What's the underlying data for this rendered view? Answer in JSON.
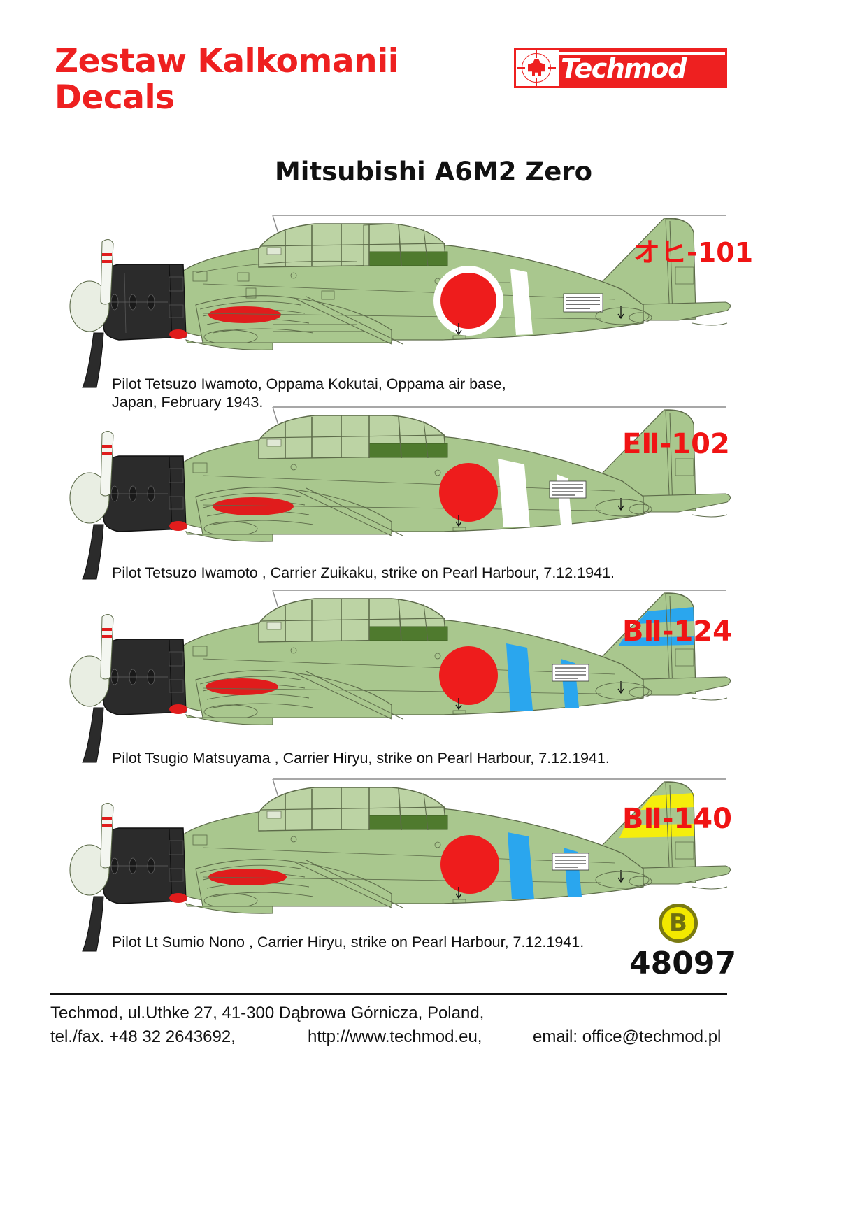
{
  "header": {
    "title_line1": "Zestaw Kalkomanii",
    "title_line2": "Decals",
    "brand": "Techmod",
    "brand_icon": "target-plane-icon"
  },
  "model_title": "Mitsubishi A6M2 Zero",
  "colors": {
    "brand_red": "#ee2020",
    "code_red": "#f01414",
    "fuselage_green": "#a9c78e",
    "cowl_dark": "#2b2b2b",
    "hinomaru_red": "#ee1c1c",
    "band_white": "#ffffff",
    "band_blue": "#2aa6ee",
    "band_yellow": "#f5ee0c",
    "badge_yellow": "#f2e800",
    "badge_ring": "#7a7a12"
  },
  "profiles": [
    {
      "tail_code": "オヒ-101",
      "code_color": "#f01414",
      "band_type": "white",
      "tail_band": "none",
      "caption": "Pilot Tetsuzo Iwamoto, Oppama Kokutai, Oppama air base,\nJapan, February  1943."
    },
    {
      "tail_code": "EⅡ-102",
      "code_color": "#f01414",
      "band_type": "white-double",
      "tail_band": "none",
      "caption": "Pilot Tetsuzo Iwamoto , Carrier Zuikaku, strike on Pearl Harbour, 7.12.1941."
    },
    {
      "tail_code": "BⅡ-124",
      "code_color": "#f01414",
      "band_type": "blue-double",
      "tail_band": "blue",
      "caption": "Pilot Tsugio Matsuyama , Carrier Hiryu, strike on Pearl Harbour, 7.12.1941."
    },
    {
      "tail_code": "BⅡ-140",
      "code_color": "#f01414",
      "band_type": "blue-double",
      "tail_band": "yellow",
      "caption": "Pilot Lt Sumio Nono , Carrier Hiryu, strike on Pearl Harbour, 7.12.1941."
    }
  ],
  "footer": {
    "badge_letter": "B",
    "part_number": "48097",
    "line1": "Techmod, ul.Uthke 27, 41-300 Dąbrowa Górnicza, Poland,",
    "tel": "tel./fax. +48 32 2643692,",
    "web": "http://www.techmod.eu,",
    "email": "email: office@techmod.pl"
  }
}
